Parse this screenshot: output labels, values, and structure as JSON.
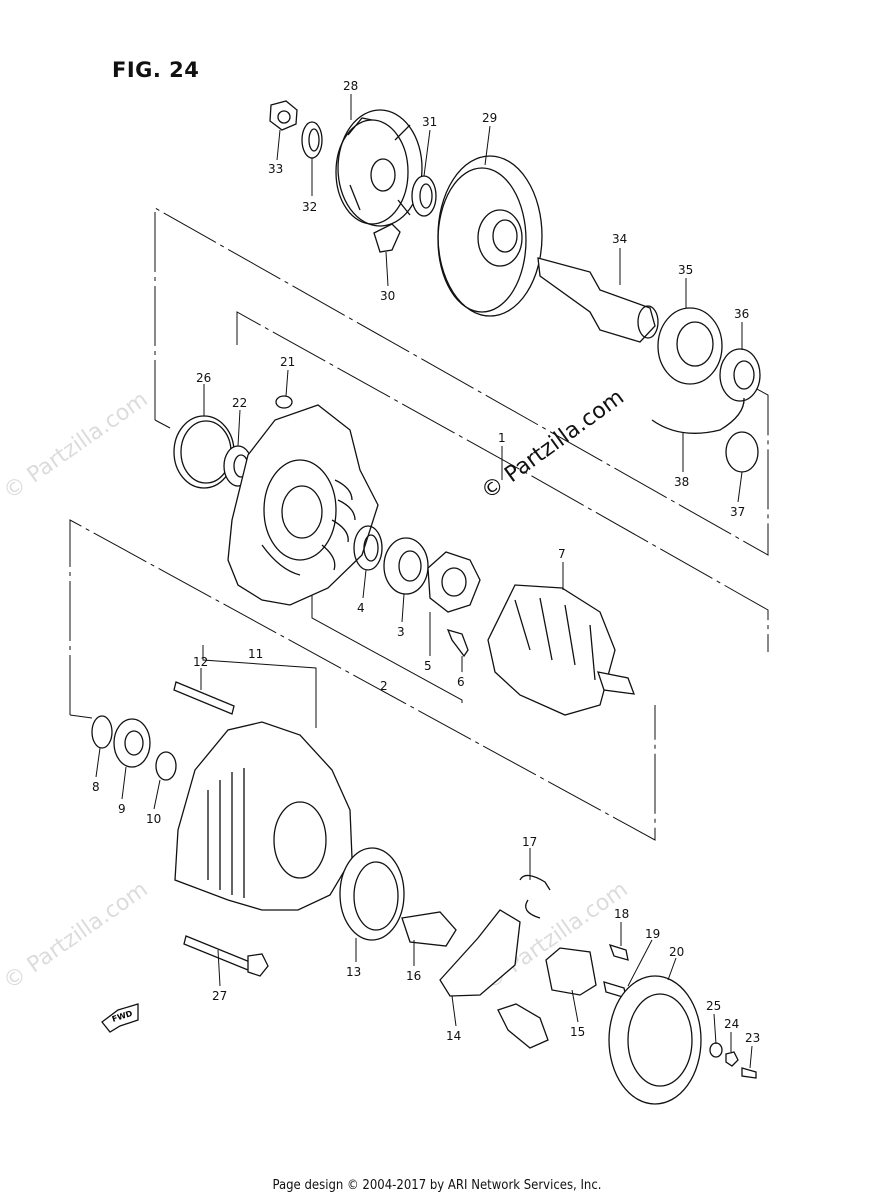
{
  "figure_title": "FIG. 24",
  "footer": "Page design © 2004-2017 by ARI Network Services, Inc.",
  "watermark": "© Partzilla.com",
  "watermark_faint": "© Partzilla.com",
  "fwd_label": "FWD",
  "callouts": {
    "c1": "1",
    "c2": "2",
    "c3": "3",
    "c4": "4",
    "c5": "5",
    "c6": "6",
    "c7": "7",
    "c8": "8",
    "c9": "9",
    "c10": "10",
    "c11": "11",
    "c12": "12",
    "c13": "13",
    "c14": "14",
    "c15": "15",
    "c16": "16",
    "c17": "17",
    "c18": "18",
    "c19": "19",
    "c20": "20",
    "c21": "21",
    "c22": "22",
    "c23": "23",
    "c24": "24",
    "c25": "25",
    "c26": "26",
    "c27": "27",
    "c28": "28",
    "c29": "29",
    "c30": "30",
    "c31": "31",
    "c32": "32",
    "c33": "33",
    "c34": "34",
    "c35": "35",
    "c36": "36",
    "c37": "37",
    "c38": "38"
  }
}
